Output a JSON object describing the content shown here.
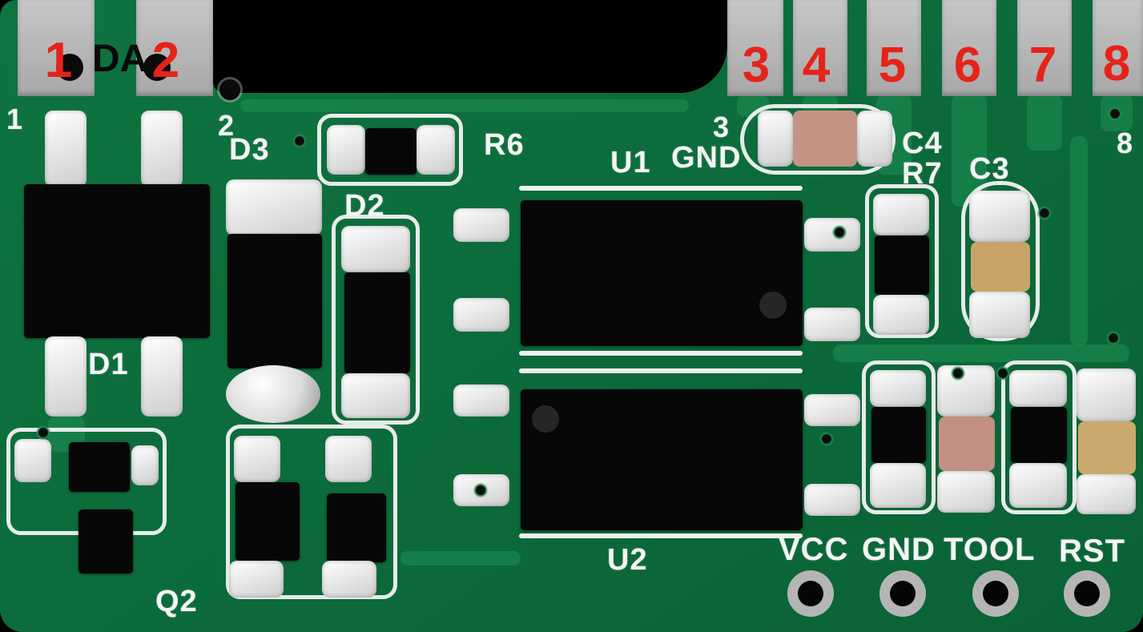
{
  "annotations": {
    "red_numbers": [
      "1",
      "2",
      "3",
      "4",
      "5",
      "6",
      "7",
      "8"
    ],
    "da_label": "DA"
  },
  "silkscreen": {
    "pin1": "1",
    "pin2": "2",
    "pin3": "3",
    "pin8": "8",
    "d1": "D1",
    "d2": "D2",
    "d3": "D3",
    "r6": "R6",
    "r7": "R7",
    "c3": "C3",
    "c4": "C4",
    "u1": "U1",
    "u2": "U2",
    "q2": "Q2",
    "gnd_top": "GND",
    "hole_labels": [
      "VCC",
      "GND",
      "TOOL",
      "RST"
    ]
  },
  "colors": {
    "background": "#000000",
    "board_green": "#0c6e3b",
    "trace_green": "#1d8c50",
    "finger_gray": "#b5b5b5",
    "silkscreen": "#f4f4f4",
    "annotation_red": "#e5231b",
    "annotation_black": "#0a0a0a",
    "component_body": "#070707",
    "solder": "#e8e8e8",
    "capacitor_pink_tan": "#c59383",
    "capacitor_yellow_tan": "#c9a96e"
  }
}
